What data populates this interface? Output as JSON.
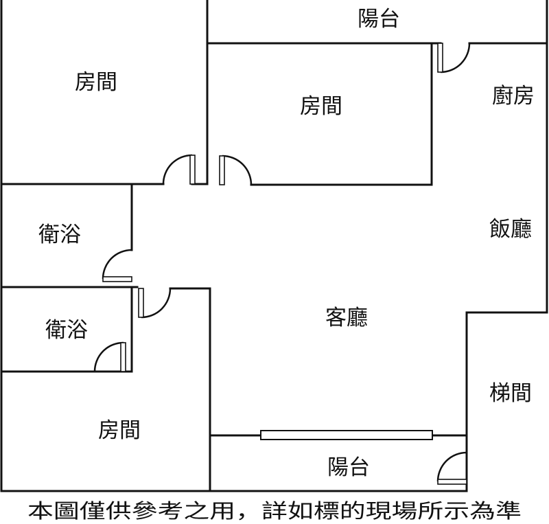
{
  "rooms": {
    "balcony_top": "陽台",
    "bedroom_top_left": "房間",
    "bedroom_top_middle": "房間",
    "kitchen": "廚房",
    "dining": "飯廳",
    "bathroom_upper": "衛浴",
    "bathroom_lower": "衛浴",
    "living_room": "客廳",
    "stairwell": "梯間",
    "bedroom_bottom_left": "房間",
    "balcony_bottom": "陽台"
  },
  "disclaimer": "本圖僅供參考之用，詳如標的現場所示為準"
}
